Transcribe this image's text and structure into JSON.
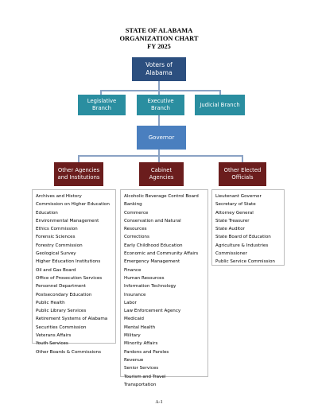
{
  "header": {
    "line1": "STATE OF ALABAMA",
    "line2": "ORGANIZATION CHART",
    "line3": "FY 2025"
  },
  "nodes": {
    "voters": [
      "Voters of",
      "Alabama"
    ],
    "legislative": [
      "Legislative",
      "Branch"
    ],
    "executive": [
      "Executive",
      "Branch"
    ],
    "judicial": [
      "Judicial Branch"
    ],
    "governor": [
      "Governor"
    ],
    "other_agencies": [
      "Other Agencies",
      "and Institutions"
    ],
    "cabinet": [
      "Cabinet",
      "Agencies"
    ],
    "elected": [
      "Other Elected",
      "Officials"
    ]
  },
  "lists": {
    "other_agencies": [
      "Archives and History",
      "Commission on Higher Education",
      "Education",
      "Environmental Management",
      "Ethics Commission",
      "Forensic Sciences",
      "Forestry Commission",
      "Geological Survey",
      "Higher Education Institutions",
      "Oil and Gas Board",
      "Office of Prosecution Services",
      "Personnel Department",
      "Postsecondary Education",
      "Public Health",
      "Public Library Services",
      "Retirement Systems of Alabama",
      "Securities Commission",
      "Veterans Affairs",
      "Youth Services",
      "Other Boards & Commissions"
    ],
    "cabinet": [
      "Alcoholic Beverage Control Board",
      "Banking",
      "Commerce",
      "Conservation and Natural",
      "Resources",
      "Corrections",
      "Early Childhood Education",
      "Economic and Community Affairs",
      "Emergency Management",
      "Finance",
      "Human Resources",
      "Information Technology",
      "Insurance",
      "Labor",
      "Law Enforcement Agency",
      "Medicaid",
      "Mental Health",
      "Military",
      "Minority Affairs",
      "Pardons and Paroles",
      "Revenue",
      "Senior Services",
      "Tourism and Travel",
      "Transportation"
    ],
    "elected": [
      "Lieutenant Governor",
      "Secretary of State",
      "Attorney General",
      "State Treasurer",
      "State Auditor",
      "State Board of Education",
      "Agriculture & Industries",
      "Commissioner",
      "Public Service Commission"
    ]
  },
  "footer": "A-1",
  "colors": {
    "voters": "#2c4f7f",
    "branches": "#2a8ea0",
    "governor": "#4a7fbf",
    "groups": "#6b1d1d",
    "connector": "#8aa2c4"
  }
}
